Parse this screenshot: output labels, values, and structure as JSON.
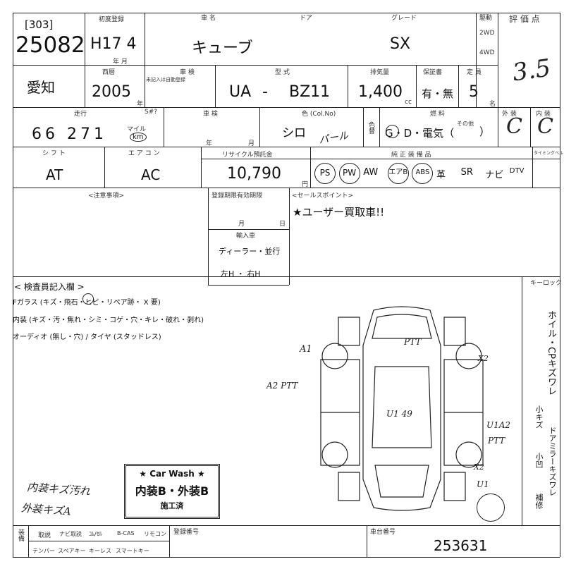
{
  "sheet": {
    "top_title": "",
    "lot_bracket": "[303]",
    "lot_number": "25082",
    "first_reg_label": "初度登録",
    "first_reg_value": "H17 4",
    "month_label": "年 月",
    "model_year_label": "西暦",
    "model_year_value": "2005",
    "year_suffix": "年",
    "region": "愛知",
    "car_name_label": "車 名",
    "door_label": "ドア",
    "grade_label": "グレード",
    "car_name": "キューブ",
    "grade": "SX",
    "drive_label": "駆動",
    "drive_2wd": "2WD",
    "drive_4wd": "4WD",
    "score_label": "評 価 点",
    "score": "3.5",
    "inspection_label": "車 検",
    "inspection_sub": "未記入は自動登録",
    "model_type_label": "型 式",
    "model_type_prefix": "UA",
    "model_type_dash": "-",
    "model_type_code": "BZ11",
    "displacement_label": "排気量",
    "displacement": "1,400",
    "cc_unit": "cc",
    "warranty_label": "保証書",
    "warranty_value": "有・無",
    "seats_label": "定 員",
    "seats": "5",
    "seats_unit": "名",
    "mileage_label": "走行",
    "mileage_sub": "S#?",
    "mileage_value": "66 271",
    "km_unit": "km",
    "mile_unit": "マイル",
    "shaken_label": "車 検",
    "shaken_year": "年",
    "shaken_month": "月",
    "color_label": "色 (Col.No)",
    "color_value": "シロ",
    "color_hand": "パール",
    "color_change_label": "色替",
    "fuel_label": "燃 料",
    "fuel_value": "G・D・電気（",
    "fuel_other": "その他",
    "fuel_close": "）",
    "exterior_label": "外 装",
    "interior_label": "内 装",
    "exterior_grade": "C",
    "interior_grade": "C",
    "shift_label": "シ フ ト",
    "shift_value": "AT",
    "aircon_label": "エ ア コ ン",
    "aircon_value": "AC",
    "recycle_label": "リサイクル預託金",
    "recycle_value": "10,790",
    "yen_unit": "円",
    "equipment_label": "純 正 装 備 品",
    "equipment": [
      "PS",
      "PW",
      "AW",
      "エアB",
      "ABS",
      "革",
      "SR",
      "ナビ",
      "DTV"
    ],
    "equipment_circled": [
      true,
      true,
      false,
      true,
      true,
      false,
      false,
      false,
      false
    ],
    "timing_label": "タイミングベルト",
    "notes_label": "<注意事項>",
    "reg_deadline_label": "登録期限有効期限",
    "reg_month": "月",
    "reg_day": "日",
    "import_label": "輸入車",
    "dealer_label": "ディーラー・並行",
    "steering_label": "左H ・ 右H",
    "sales_point_label": "<セールスポイント>",
    "sales_point": "★ユーザー買取車!!",
    "inspector_label": "< 検査員記入欄 >",
    "glass_line": "Fガラス (キズ・飛石・ヒビ・リペア跡・ X 要)",
    "interior_line": "内装 (キズ・汚・焦れ・シミ・コゲ・穴・キレ・破れ・剥れ)",
    "audio_line": "オーディオ (無し・穴) / タイヤ (スタッドレス)",
    "diagram_notes": {
      "a1": "A1",
      "a2_ptt_left": "A2 PTT",
      "ptt_top": "PTT",
      "x2": "X2",
      "u1_center": "U1 49",
      "u1_a2": "U1A2",
      "ptt_right": "PTT",
      "x2_lower": "X2",
      "u1_lower": "U1"
    },
    "side_label": "キーロック",
    "side_text": "ホイル・CPキズワレ",
    "side_text2": "小キズ",
    "side_text3": "ドアミラーキズワレ",
    "side_text4": "小凹",
    "side_text5": "補修",
    "handwritten_left1": "内装キズ汚れ",
    "handwritten_left2": "外装キズA",
    "carwash_title": "★ Car Wash ★",
    "carwash_main": "内装B・外装B",
    "carwash_done": "施工済",
    "footer_cells": [
      "装備",
      "取説",
      "ナビ取説",
      "ｺﾑ/ｾﾙ",
      "B-CAS",
      "リモコン",
      "スペアキー",
      "キーレス",
      "スマートキー"
    ],
    "footer_label2": "テンパー",
    "reg_number_label": "登録番号",
    "chassis_label": "車台番号",
    "chassis_value": "253631"
  }
}
